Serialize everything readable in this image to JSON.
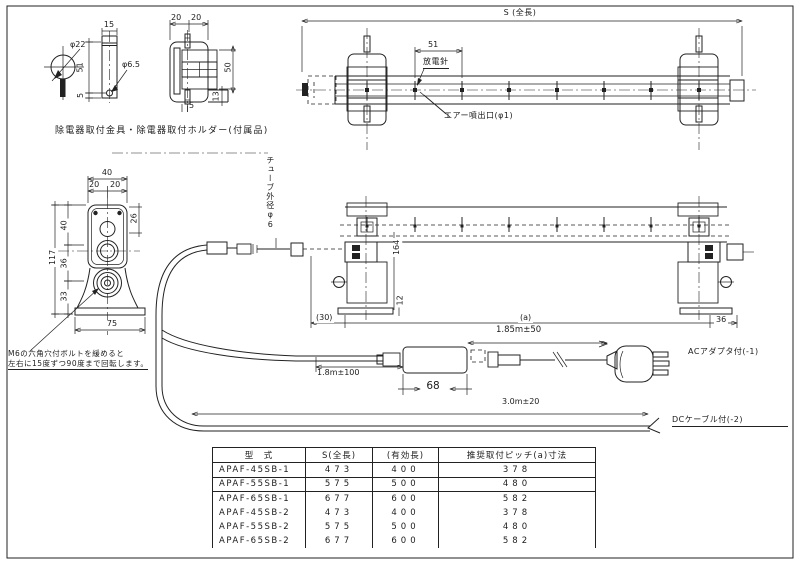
{
  "drawing": {
    "caption_accessories": "除電器取付金具・除電器取付ホルダー(付属品)",
    "detail_views": {
      "circle_dia": "φ22",
      "plate_width": "15",
      "plate_h1": "51",
      "plate_h2": "5",
      "plate_hole": "φ6.5",
      "holder_top_left": "20",
      "holder_top_right": "20",
      "holder_right": "50",
      "holder_bottom": "5",
      "holder_bottom_right": "13"
    },
    "top_view": {
      "overall_len": "S (全長)",
      "needle_pitch": "51",
      "needle_label": "放電針",
      "air_label": "エアー噴出口(φ1)"
    },
    "bracket_view": {
      "dim_top": "40",
      "dim_top_l": "20",
      "dim_top_r": "20",
      "dim_right": "26",
      "dim_total": "117",
      "dim_s1": "40",
      "dim_s2": "36",
      "dim_s3": "33",
      "dim_base": "75",
      "note1": "M6の六角穴付ボルトを緩めると",
      "note2": "左右に15度ずつ90度まで回転します。"
    },
    "side_view": {
      "tube_label": "チューブ外径φ6",
      "dim_left": "(30)",
      "dim_mid": "(a)",
      "dim_right": "36",
      "dim_height": "164",
      "dim_base_h": "12",
      "dim_span": "1.85m±50"
    },
    "cables": {
      "dc_len1": "1.8m±100",
      "adapter_w": "68",
      "ac_label": "ACアダプタ付(-1)",
      "dc_len2": "3.0m±20",
      "dc_label": "DCケーブル付(-2)"
    }
  },
  "table": {
    "headers": [
      "型　式",
      "S(全長)",
      "(有効長)",
      "推奨取付ピッチ(a)寸法"
    ],
    "rows": [
      [
        "APAF-45SB-1",
        "473",
        "400",
        "378"
      ],
      [
        "APAF-55SB-1",
        "575",
        "500",
        "480"
      ],
      [
        "APAF-65SB-1",
        "677",
        "600",
        "582"
      ],
      [
        "APAF-45SB-2",
        "473",
        "400",
        "378"
      ],
      [
        "APAF-55SB-2",
        "575",
        "500",
        "480"
      ],
      [
        "APAF-65SB-2",
        "677",
        "600",
        "582"
      ]
    ]
  },
  "colors": {
    "line": "#222222",
    "background": "#ffffff"
  }
}
